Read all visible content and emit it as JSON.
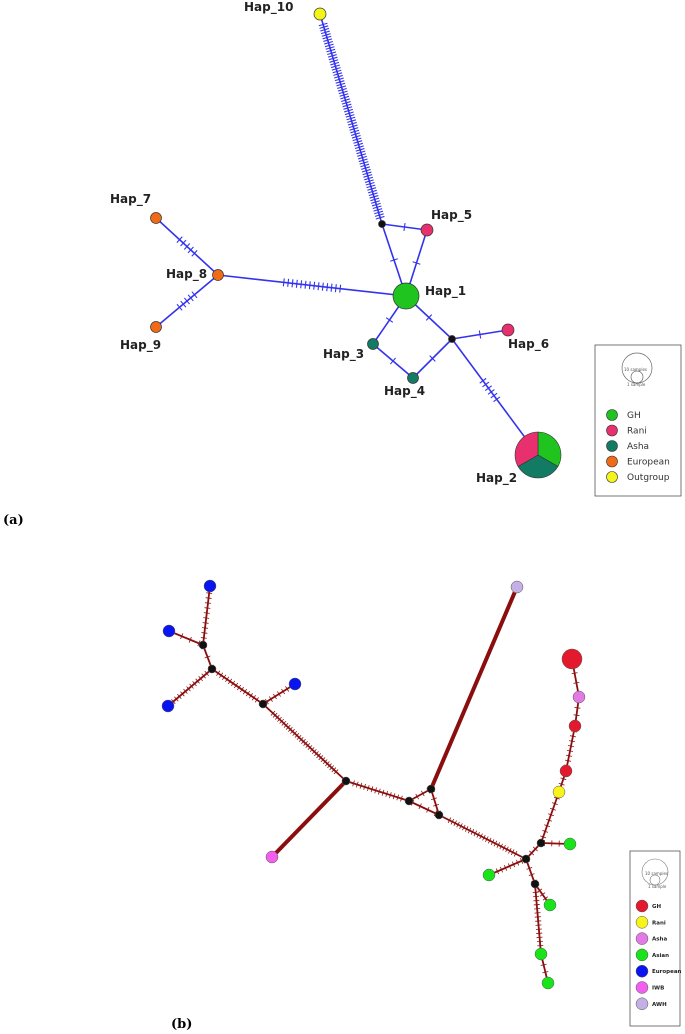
{
  "panel_a": {
    "label": "(a)",
    "haplotypes": [
      {
        "id": "h1",
        "name": "Hap_1"
      },
      {
        "id": "h2",
        "name": "Hap_2"
      },
      {
        "id": "h3",
        "name": "Hap_3"
      },
      {
        "id": "h4",
        "name": "Hap_4"
      },
      {
        "id": "h5",
        "name": "Hap_5"
      },
      {
        "id": "h6",
        "name": "Hap_6"
      },
      {
        "id": "h7",
        "name": "Hap_7"
      },
      {
        "id": "h8",
        "name": "Hap_8"
      },
      {
        "id": "h9",
        "name": "Hap_9"
      },
      {
        "id": "h10",
        "name": "Hap_10"
      }
    ],
    "legend": {
      "size_labels": [
        "10 samples",
        "1 sample"
      ],
      "items": [
        {
          "label": "GH",
          "color": "#1fc41f"
        },
        {
          "label": "Rani",
          "color": "#e8306e"
        },
        {
          "label": "Asha",
          "color": "#137a64"
        },
        {
          "label": "European",
          "color": "#f06a18"
        },
        {
          "label": "Outgroup",
          "color": "#f4f41a"
        }
      ]
    },
    "edge_color": "#3333ee",
    "median_color": "#111111"
  },
  "panel_b": {
    "label": "(b)",
    "legend": {
      "size_labels": [
        "10 samples",
        "1 sample"
      ],
      "items": [
        {
          "label": "GH",
          "color": "#e3192e"
        },
        {
          "label": "Rani",
          "color": "#f8f31a"
        },
        {
          "label": "Asha",
          "color": "#e27ae6"
        },
        {
          "label": "Asian",
          "color": "#19e319"
        },
        {
          "label": "European",
          "color": "#0a14f0"
        },
        {
          "label": "IWB",
          "color": "#f25ff0"
        },
        {
          "label": "AWH",
          "color": "#c4b0e4"
        }
      ]
    },
    "edge_color": "#8b0e0e",
    "median_color": "#111111"
  }
}
